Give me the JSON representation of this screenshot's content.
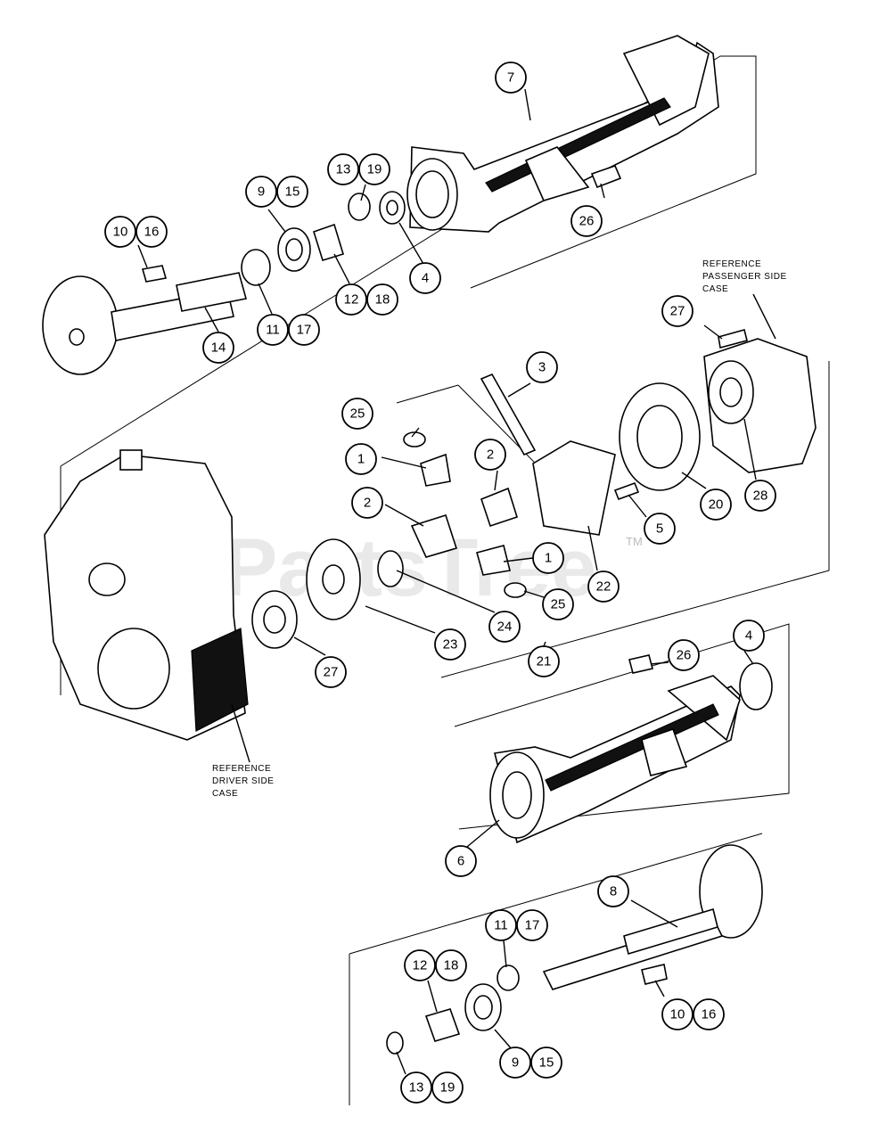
{
  "watermark": {
    "text": "PartsTree",
    "mark": "TM"
  },
  "references": {
    "passenger": [
      "REFERENCE",
      "PASSENGER SIDE",
      "CASE"
    ],
    "driver": [
      "REFERENCE",
      "DRIVER SIDE",
      "CASE"
    ]
  },
  "callouts": [
    {
      "id": "c7",
      "label": "7"
    },
    {
      "id": "c13a",
      "label": "13"
    },
    {
      "id": "c19a",
      "label": "19"
    },
    {
      "id": "c9a",
      "label": "9"
    },
    {
      "id": "c15a",
      "label": "15"
    },
    {
      "id": "c10a",
      "label": "10"
    },
    {
      "id": "c16a",
      "label": "16"
    },
    {
      "id": "c26a",
      "label": "26"
    },
    {
      "id": "c4a",
      "label": "4"
    },
    {
      "id": "c12a",
      "label": "12"
    },
    {
      "id": "c18a",
      "label": "18"
    },
    {
      "id": "c14",
      "label": "14"
    },
    {
      "id": "c11a",
      "label": "11"
    },
    {
      "id": "c17a",
      "label": "17"
    },
    {
      "id": "c27a",
      "label": "27"
    },
    {
      "id": "c3",
      "label": "3"
    },
    {
      "id": "c25a",
      "label": "25"
    },
    {
      "id": "c1a",
      "label": "1"
    },
    {
      "id": "c2a",
      "label": "2"
    },
    {
      "id": "c2b",
      "label": "2"
    },
    {
      "id": "c5",
      "label": "5"
    },
    {
      "id": "c20",
      "label": "20"
    },
    {
      "id": "c28",
      "label": "28"
    },
    {
      "id": "c1b",
      "label": "1"
    },
    {
      "id": "c25b",
      "label": "25"
    },
    {
      "id": "c22",
      "label": "22"
    },
    {
      "id": "c24",
      "label": "24"
    },
    {
      "id": "c23",
      "label": "23"
    },
    {
      "id": "c21",
      "label": "21"
    },
    {
      "id": "c27b",
      "label": "27"
    },
    {
      "id": "c26b",
      "label": "26"
    },
    {
      "id": "c4b",
      "label": "4"
    },
    {
      "id": "c6",
      "label": "6"
    },
    {
      "id": "c8",
      "label": "8"
    },
    {
      "id": "c11b",
      "label": "11"
    },
    {
      "id": "c17b",
      "label": "17"
    },
    {
      "id": "c12b",
      "label": "12"
    },
    {
      "id": "c18b",
      "label": "18"
    },
    {
      "id": "c10b",
      "label": "10"
    },
    {
      "id": "c16b",
      "label": "16"
    },
    {
      "id": "c9b",
      "label": "9"
    },
    {
      "id": "c15b",
      "label": "15"
    },
    {
      "id": "c13b",
      "label": "13"
    },
    {
      "id": "c19b",
      "label": "19"
    }
  ]
}
